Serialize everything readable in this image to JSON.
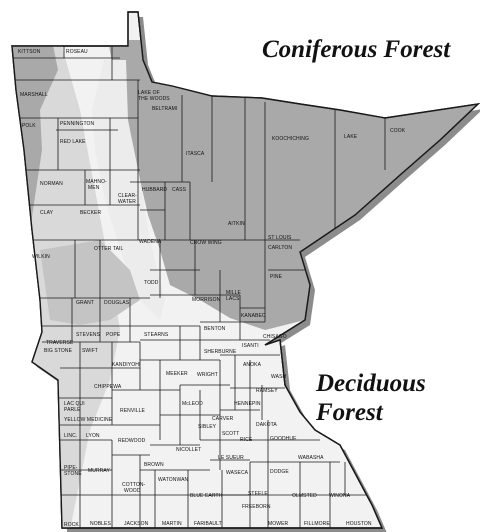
{
  "colors": {
    "coniferous": "#a9a9a9",
    "deciduous": "#f2f2f2",
    "transition": "#d9d9d9",
    "border": "#1a1a1a",
    "shadow": "#8c8c8c"
  },
  "regions": {
    "coniferous": "Coniferous Forest",
    "deciduous_line1": "Deciduous",
    "deciduous_line2": "Forest"
  },
  "counties": [
    "KITTSON",
    "ROSEAU",
    "MARSHALL",
    "LAKE OF",
    "THE WOODS",
    "BELTRAMI",
    "POLK",
    "PENNINGTON",
    "RED LAKE",
    "KOOCHICHING",
    "LAKE",
    "COOK",
    "ITASCA",
    "NORMAN",
    "MAHNO-",
    "MEN",
    "CLEAR-",
    "WATER",
    "HUBBARD",
    "CASS",
    "CLAY",
    "BECKER",
    "ST LOUIS",
    "CARLTON",
    "AITKIN",
    "WADENA",
    "CROW WING",
    "WILKIN",
    "OTTER TAIL",
    "TODD",
    "PINE",
    "MILLE",
    "LACS",
    "MORRISON",
    "GRANT",
    "DOUGLAS",
    "KANABEC",
    "BENTON",
    "CHISAGO",
    "TRAVERSE",
    "BIG STONE",
    "STEVENS",
    "POPE",
    "STEARNS",
    "SHERBURNE",
    "ISANTI",
    "ANOKA",
    "SWIFT",
    "KANDIYOHI",
    "MEEKER",
    "WRIGHT",
    "RAMSEY",
    "WASH",
    "CHIPPEWA",
    "LAC QUI",
    "PARLE",
    "YELLOW MEDICINE",
    "RENVILLE",
    "McLEOD",
    "HENNEPIN",
    "CARVER",
    "SIBLEY",
    "DAKOTA",
    "SCOTT",
    "LINC.",
    "LYON",
    "REDWOOD",
    "NICOLLET",
    "LE SUEUR",
    "RICE",
    "GOODHUE",
    "WABASHA",
    "PIPE-",
    "STONE",
    "MURRAY",
    "BROWN",
    "WASECA",
    "DODGE",
    "COTTON-",
    "WOOD",
    "WATONWAN",
    "BLUE EARTH",
    "STEELE",
    "OLMSTED",
    "WINONA",
    "FREEBORN",
    "ROCK",
    "NOBLES",
    "JACKSON",
    "MARTIN",
    "FARIBAULT",
    "MOWER",
    "FILLMORE",
    "HOUSTON"
  ]
}
